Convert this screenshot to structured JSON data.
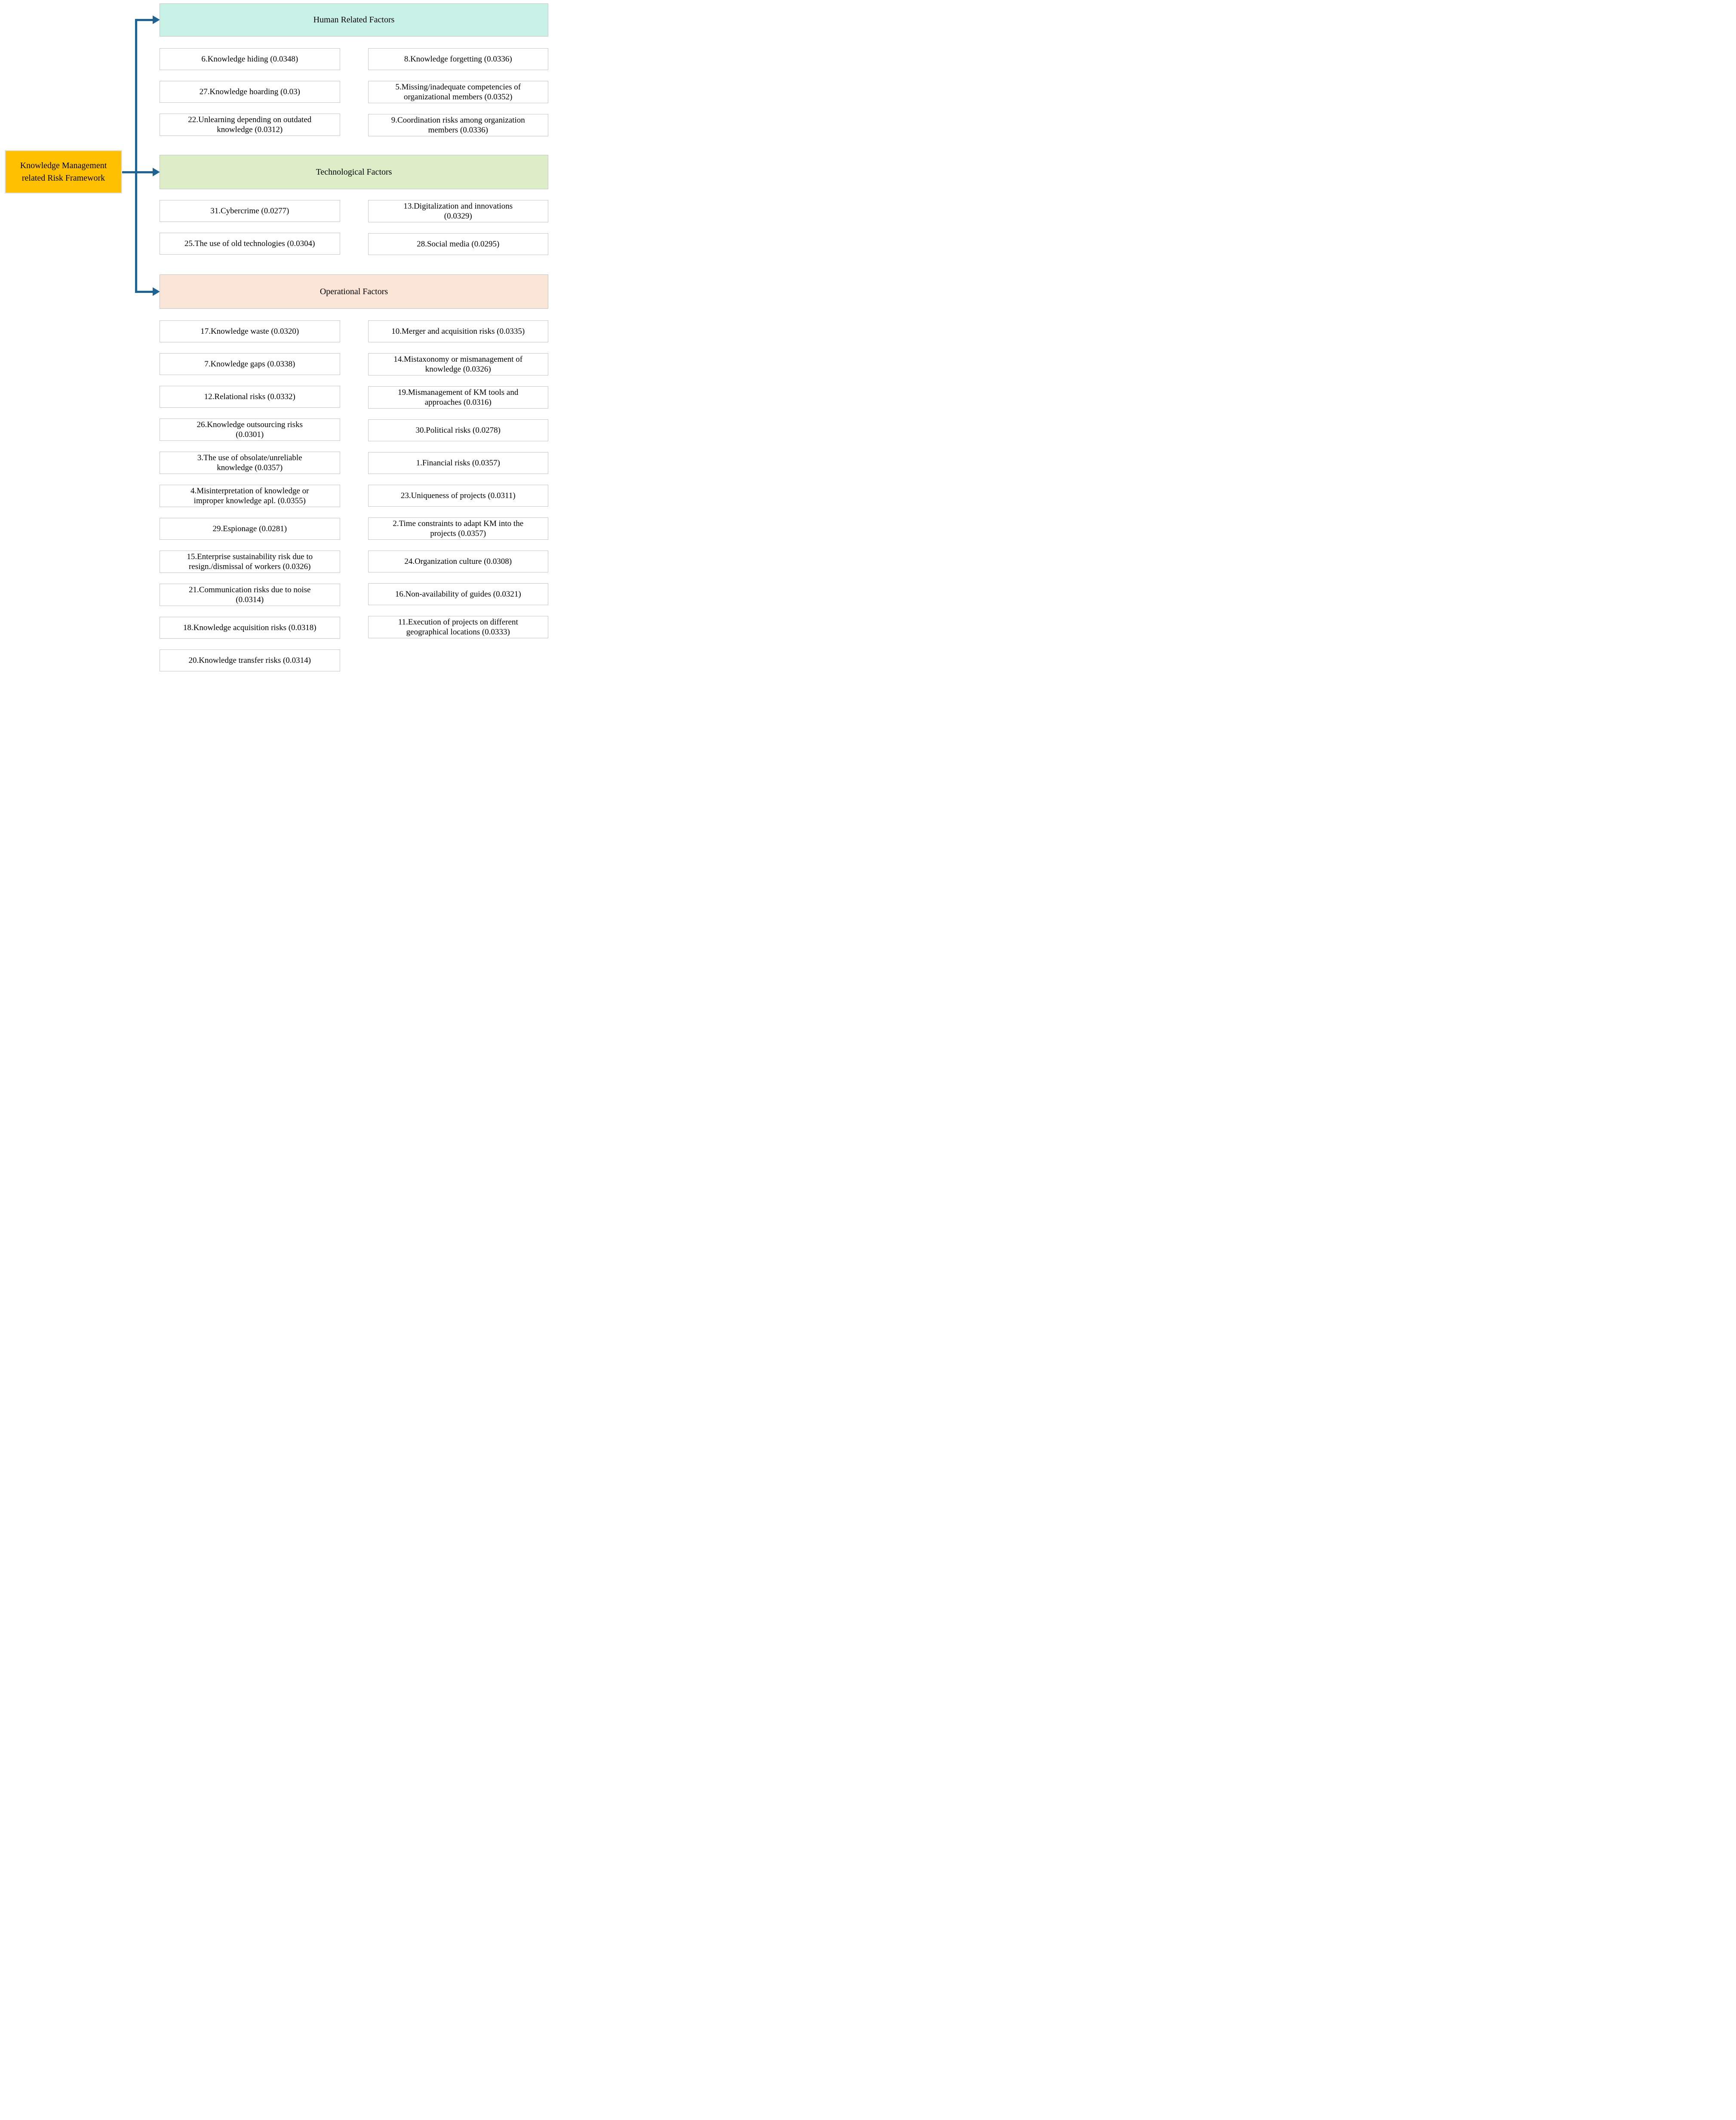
{
  "diagram": {
    "root": {
      "label": "Knowledge Management\nrelated Risk Framework",
      "fill": "#FFC000"
    },
    "connector_color": "#1F6394",
    "categories": [
      {
        "label": "Human Related Factors",
        "fill": "#C9F2E7",
        "left": [
          "6.Knowledge hiding (0.0348)",
          "27.Knowledge hoarding (0.03)",
          "22.Unlearning depending on outdated\nknowledge (0.0312)"
        ],
        "right": [
          "8.Knowledge forgetting (0.0336)",
          "5.Missing/inadequate competencies of\norganizational members (0.0352)",
          "9.Coordination risks among organization\nmembers (0.0336)"
        ]
      },
      {
        "label": "Technological Factors",
        "fill": "#DCEDC8",
        "left": [
          "31.Cybercrime (0.0277)",
          "25.The use of old technologies (0.0304)"
        ],
        "right": [
          "13.Digitalization and innovations\n(0.0329)",
          "28.Social media (0.0295)"
        ]
      },
      {
        "label": "Operational Factors",
        "fill": "#FBE5D6",
        "left": [
          "17.Knowledge waste (0.0320)",
          "7.Knowledge gaps (0.0338)",
          "12.Relational risks (0.0332)",
          "26.Knowledge outsourcing risks\n(0.0301)",
          "3.The use of obsolate/unreliable\nknowledge (0.0357)",
          "4.Misinterpretation of knowledge or\nimproper knowledge apl. (0.0355)",
          "29.Espionage (0.0281)",
          "15.Enterprise sustainability risk due to\nresign./dismissal of workers (0.0326)",
          "21.Communication risks due to noise\n(0.0314)",
          "18.Knowledge acquisition risks (0.0318)",
          "20.Knowledge transfer risks (0.0314)"
        ],
        "right": [
          "10.Merger and acquisition risks (0.0335)",
          "14.Mistaxonomy or mismanagement of\nknowledge (0.0326)",
          "19.Mismanagement of KM tools and\napproaches (0.0316)",
          "30.Political risks (0.0278)",
          "1.Financial risks (0.0357)",
          "23.Uniqueness of projects (0.0311)",
          "2.Time constraints to adapt KM into the\nprojects (0.0357)",
          "24.Organization culture (0.0308)",
          "16.Non-availability of guides (0.0321)",
          "11.Execution of projects on different\ngeographical locations (0.0333)"
        ]
      }
    ]
  }
}
